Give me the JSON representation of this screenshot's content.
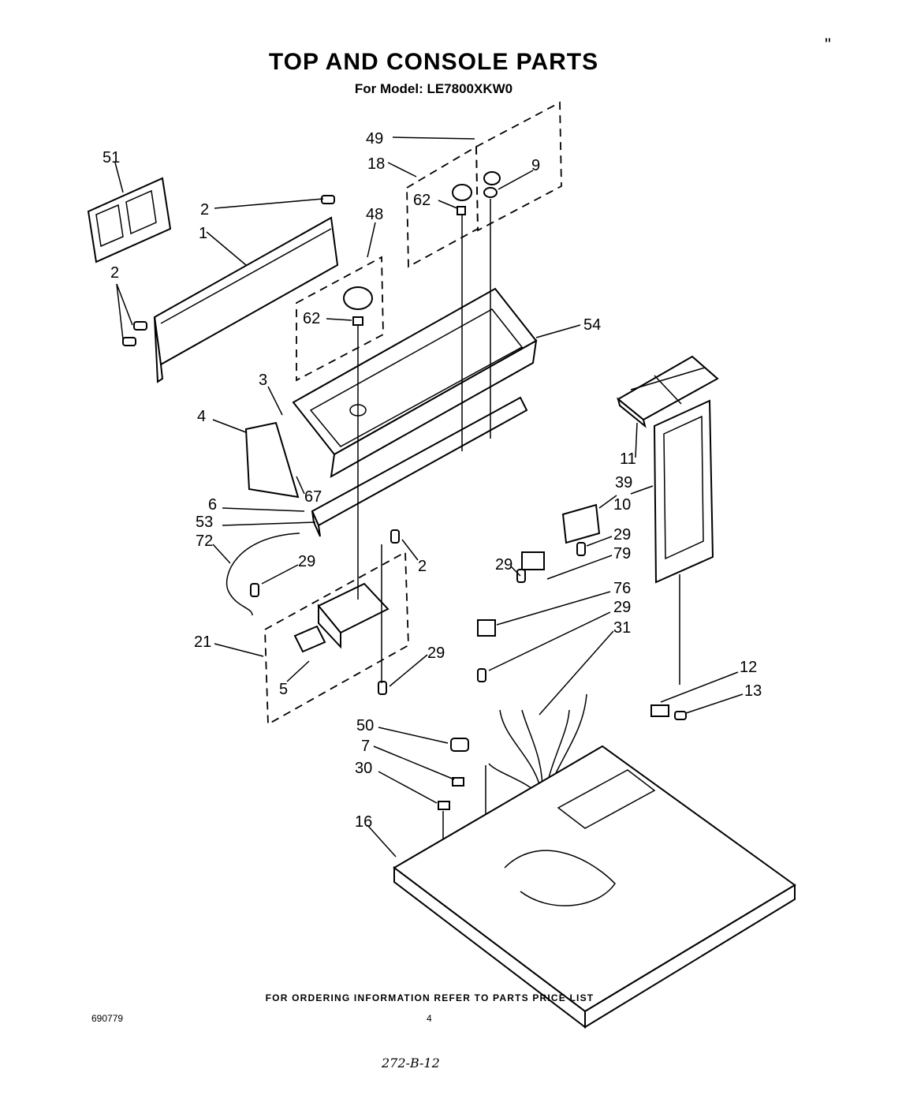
{
  "header": {
    "title": "TOP AND CONSOLE PARTS",
    "model_line": "For Model: LE7800XKW0",
    "corner_mark": "\""
  },
  "diagram": {
    "callouts": [
      {
        "id": "c51",
        "text": "51"
      },
      {
        "id": "c49",
        "text": "49"
      },
      {
        "id": "c18",
        "text": "18"
      },
      {
        "id": "c9",
        "text": "9"
      },
      {
        "id": "c62a",
        "text": "62"
      },
      {
        "id": "c2a",
        "text": "2"
      },
      {
        "id": "c1",
        "text": "1"
      },
      {
        "id": "c48",
        "text": "48"
      },
      {
        "id": "c2b",
        "text": "2"
      },
      {
        "id": "c62b",
        "text": "62"
      },
      {
        "id": "c54",
        "text": "54"
      },
      {
        "id": "c3",
        "text": "3"
      },
      {
        "id": "c4",
        "text": "4"
      },
      {
        "id": "c11",
        "text": "11"
      },
      {
        "id": "c39",
        "text": "39"
      },
      {
        "id": "c10",
        "text": "10"
      },
      {
        "id": "c67",
        "text": "67"
      },
      {
        "id": "c6",
        "text": "6"
      },
      {
        "id": "c53",
        "text": "53"
      },
      {
        "id": "c72",
        "text": "72"
      },
      {
        "id": "c2c",
        "text": "2"
      },
      {
        "id": "c29a",
        "text": "29"
      },
      {
        "id": "c29b",
        "text": "29"
      },
      {
        "id": "c79",
        "text": "79"
      },
      {
        "id": "c29c",
        "text": "29"
      },
      {
        "id": "c76",
        "text": "76"
      },
      {
        "id": "c29d",
        "text": "29"
      },
      {
        "id": "c31",
        "text": "31"
      },
      {
        "id": "c21",
        "text": "21"
      },
      {
        "id": "c29e",
        "text": "29"
      },
      {
        "id": "c5",
        "text": "5"
      },
      {
        "id": "c12",
        "text": "12"
      },
      {
        "id": "c13",
        "text": "13"
      },
      {
        "id": "c50",
        "text": "50"
      },
      {
        "id": "c7",
        "text": "7"
      },
      {
        "id": "c30",
        "text": "30"
      },
      {
        "id": "c16",
        "text": "16"
      }
    ]
  },
  "footer": {
    "order_info": "FOR ORDERING INFORMATION REFER TO PARTS PRICE LIST",
    "doc_number": "690779",
    "page_number": "4",
    "handwritten_code": "272-B-12"
  }
}
